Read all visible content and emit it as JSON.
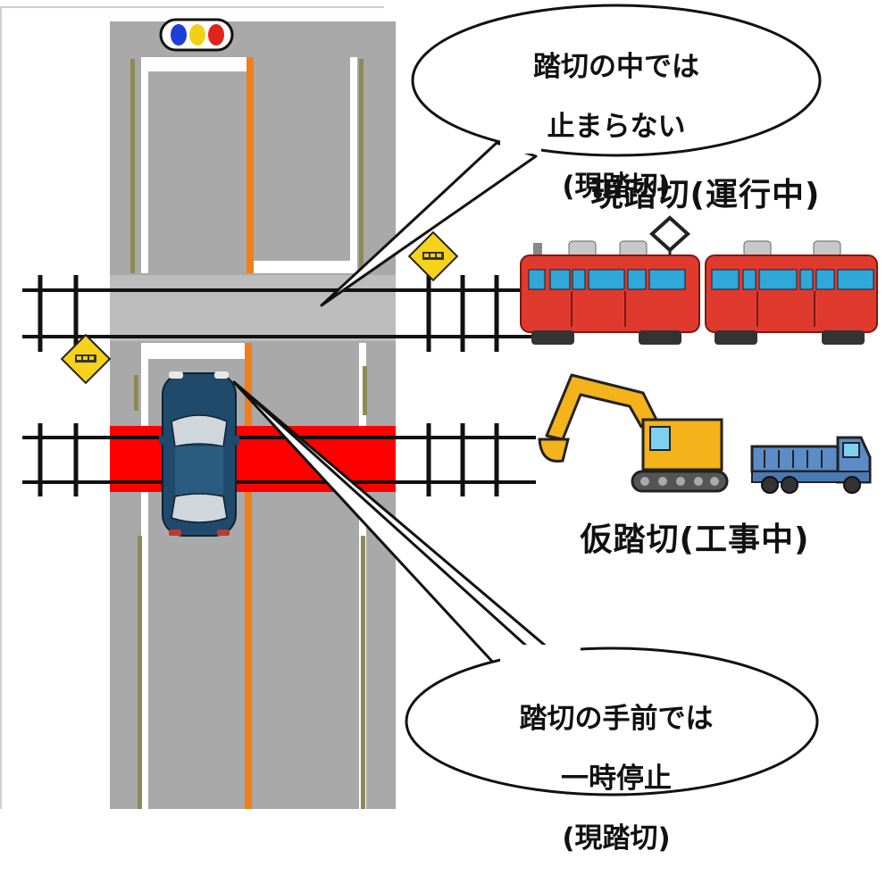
{
  "bubble_top": {
    "line1": "踏切の中では",
    "line2": "止まらない",
    "line3": "(現踏切)"
  },
  "bubble_bottom": {
    "line1": "踏切の手前では",
    "line2": "一時停止",
    "line3": "(現踏切)"
  },
  "title_current": "現踏切(運行中)",
  "title_temporary": "仮踏切(工事中)",
  "colors": {
    "road": "#a9a9a9",
    "center_line": "#f07f1a",
    "edge_line": "#8e8a55",
    "crossing_band": "#bdbdbd",
    "temporary_band": "#ff0000",
    "train_body": "#e03a2e",
    "train_window": "#2fa7d8",
    "excavator": "#f4b21b",
    "truck": "#5c8cc8",
    "car_body": "#1f4a6b",
    "sign_yellow": "#f6d21b"
  },
  "icons": [
    "traffic-signal-icon",
    "train-crossing-sign-icon",
    "train-icon",
    "excavator-icon",
    "dump-truck-icon",
    "car-icon"
  ]
}
